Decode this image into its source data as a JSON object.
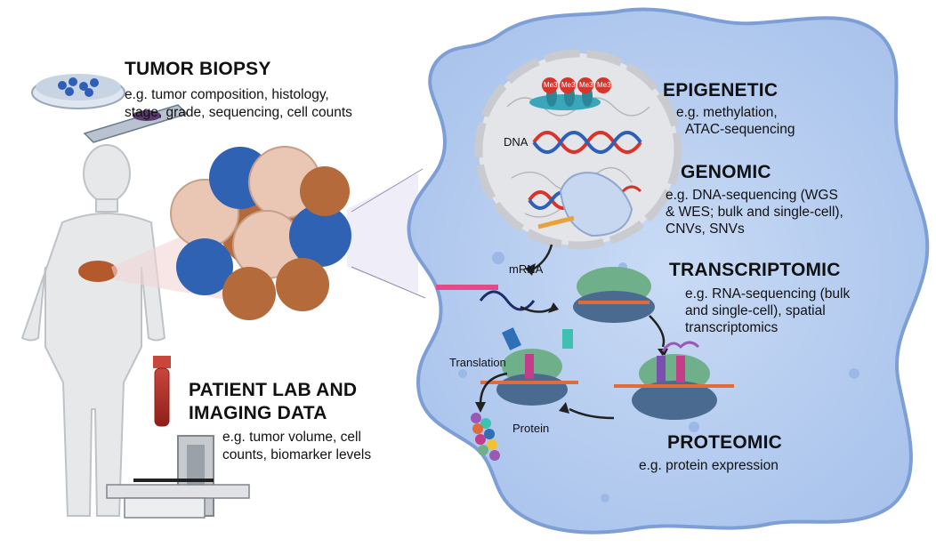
{
  "sections": {
    "tumor_biopsy": {
      "title": "TUMOR BIOPSY",
      "line1": "e.g. tumor composition, histology,",
      "line2": "stage, grade, sequencing, cell counts"
    },
    "patient_lab": {
      "title_line1": "PATIENT LAB AND",
      "title_line2": "IMAGING DATA",
      "line1": "e.g. tumor volume, cell",
      "line2": "counts, biomarker levels"
    },
    "epigenetic": {
      "title": "EPIGENETIC",
      "line1": "e.g. methylation,",
      "line2": "ATAC-sequencing"
    },
    "genomic": {
      "title": "GENOMIC",
      "line1": "e.g. DNA-sequencing (WGS",
      "line2": "& WES; bulk and single-cell),",
      "line3": "CNVs, SNVs"
    },
    "transcriptomic": {
      "title": "TRANSCRIPTOMIC",
      "line1": "e.g. RNA-sequencing (bulk",
      "line2": "and single-cell), spatial",
      "line3": "transcriptomics"
    },
    "proteomic": {
      "title": "PROTEOMIC",
      "line1": "e.g. protein expression"
    }
  },
  "labels": {
    "dna": "DNA",
    "mrna": "mRNA",
    "translation": "Translation",
    "protein": "Protein",
    "me3": "Me3"
  },
  "colors": {
    "cell_fill": "#b9cff0",
    "cell_stroke": "#7e9ed6",
    "nucleus_fill": "#e2e3e5",
    "dna_red": "#d9342b",
    "dna_blue": "#2e5fb8",
    "tumor_light": "#eac7b4",
    "tumor_brown": "#b46a3a",
    "tumor_blue": "#2f62b3"
  }
}
